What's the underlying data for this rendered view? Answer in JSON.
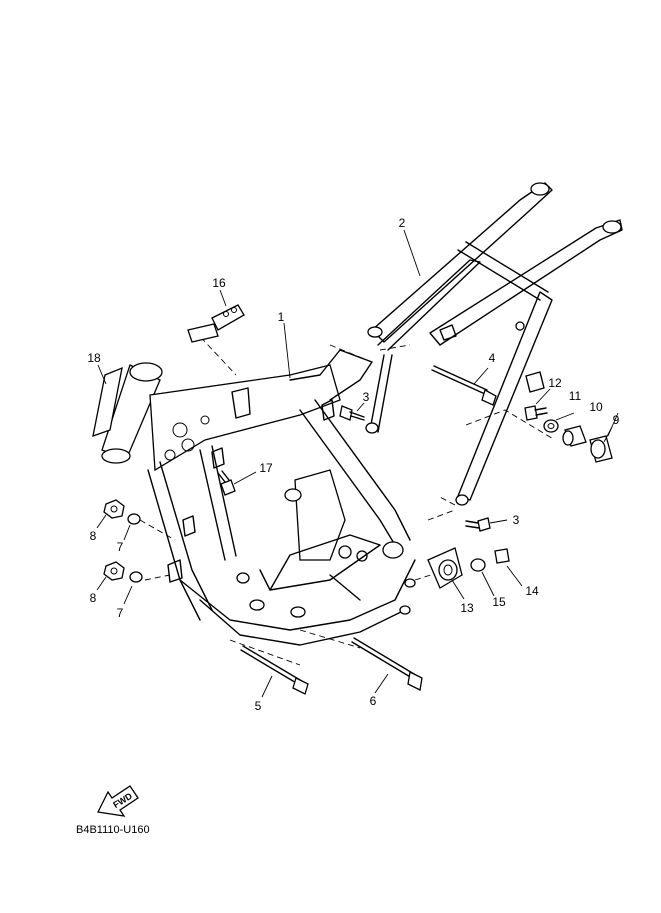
{
  "callouts": [
    {
      "id": "p1",
      "label": "1"
    },
    {
      "id": "p2",
      "label": "2"
    },
    {
      "id": "p3a",
      "label": "3"
    },
    {
      "id": "p3b",
      "label": "3"
    },
    {
      "id": "p4",
      "label": "4"
    },
    {
      "id": "p5",
      "label": "5"
    },
    {
      "id": "p6",
      "label": "6"
    },
    {
      "id": "p7a",
      "label": "7"
    },
    {
      "id": "p7b",
      "label": "7"
    },
    {
      "id": "p8a",
      "label": "8"
    },
    {
      "id": "p8b",
      "label": "8"
    },
    {
      "id": "p9",
      "label": "9"
    },
    {
      "id": "p10",
      "label": "10"
    },
    {
      "id": "p11",
      "label": "11"
    },
    {
      "id": "p12",
      "label": "12"
    },
    {
      "id": "p13",
      "label": "13"
    },
    {
      "id": "p14",
      "label": "14"
    },
    {
      "id": "p15",
      "label": "15"
    },
    {
      "id": "p16",
      "label": "16"
    },
    {
      "id": "p17",
      "label": "17"
    },
    {
      "id": "p18",
      "label": "18"
    }
  ],
  "fwd_label": "FWD",
  "diagram_code": "B4B1110-U160"
}
